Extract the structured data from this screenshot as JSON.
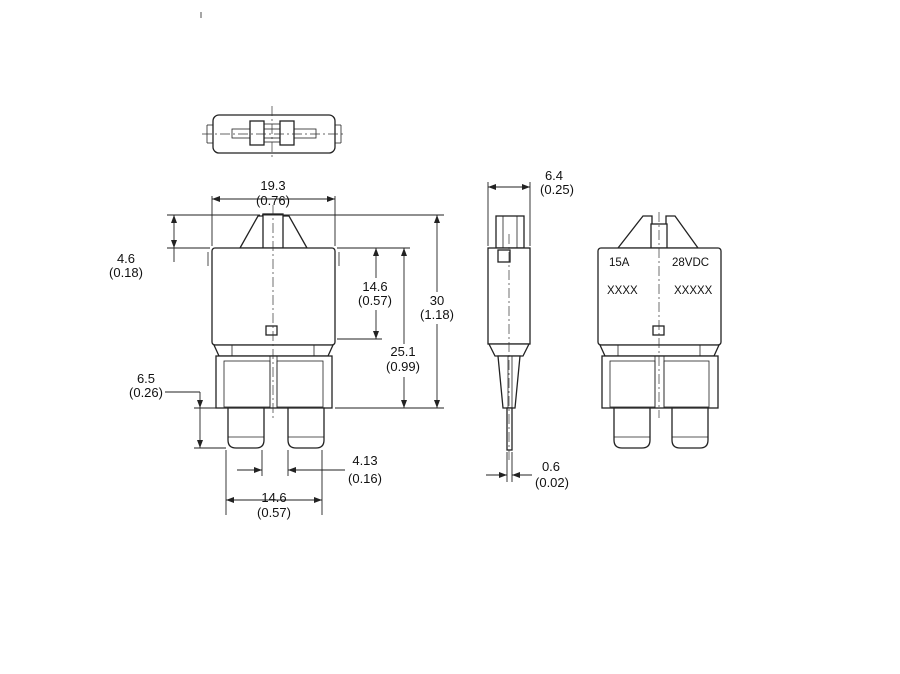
{
  "dimensions": {
    "width_top": {
      "mm": "19.3",
      "in": "(0.76)"
    },
    "top_offset": {
      "mm": "4.6",
      "in": "(0.18)"
    },
    "body_mid": {
      "mm": "14.6",
      "in": "(0.57)"
    },
    "total_height": {
      "mm": "30",
      "in": "(1.18)"
    },
    "body_height": {
      "mm": "25.1",
      "in": "(0.99)"
    },
    "terminal_length": {
      "mm": "6.5",
      "in": "(0.26)"
    },
    "terminal_width": {
      "mm": "4.13",
      "in": "(0.16)"
    },
    "terminal_spacing": {
      "mm": "14.6",
      "in": "(0.57)"
    },
    "side_thickness": {
      "mm": "6.4",
      "in": "(0.25)"
    },
    "blade_thickness": {
      "mm": "0.6",
      "in": "(0.02)"
    }
  },
  "marking": {
    "rating": "15A",
    "voltage": "28VDC",
    "code_left": "XXXX",
    "code_right": "XXXXX"
  }
}
